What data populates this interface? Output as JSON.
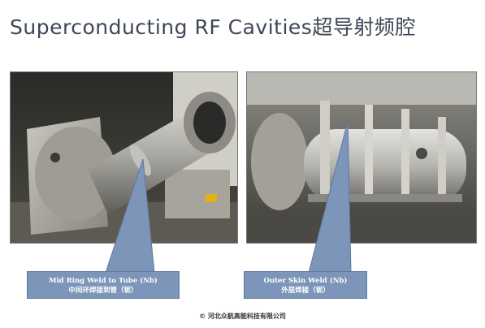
{
  "slide": {
    "title": "Superconducting RF Cavities超导射频腔",
    "footer": "© 河北众航高能科技有限公司"
  },
  "photos": {
    "left": {
      "alt": "Mid ring weld to tube photo"
    },
    "right": {
      "alt": "Outer skin weld photo"
    }
  },
  "callouts": {
    "left": {
      "line1": "Mid Ring Weld to Tube (Nb)",
      "line2": "中间环焊接到管（铌）"
    },
    "right": {
      "line1": "Outer Skin Weld (Nb)",
      "line2": "外层焊接（铌）"
    }
  },
  "colors": {
    "title": "#3d4757",
    "callout_fill": "#7d95b9"
  }
}
